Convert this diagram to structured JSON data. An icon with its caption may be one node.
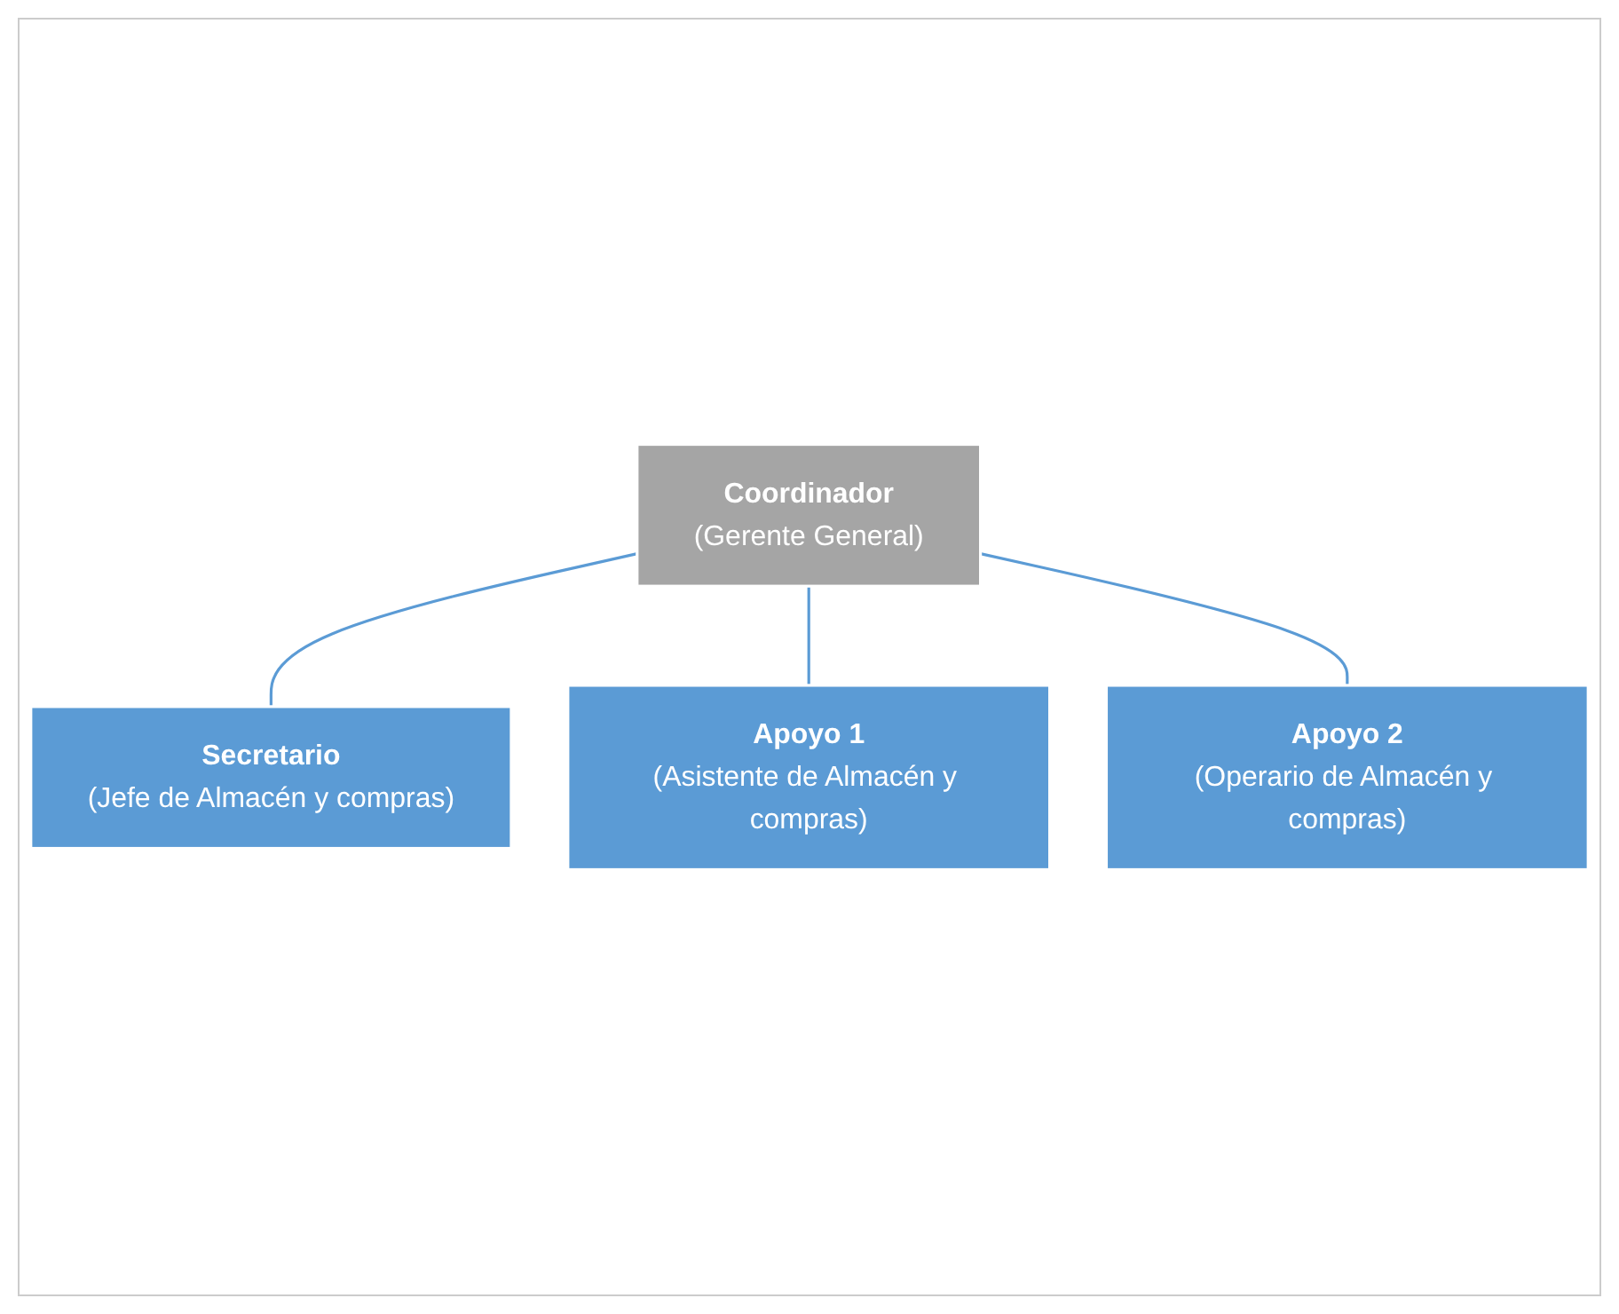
{
  "diagram": {
    "nodes": [
      {
        "text": [
          "Coordinador",
          "(Gerente General)"
        ]
      },
      {
        "text": [
          "Secretario",
          "(Jefe de Almacén y compras)"
        ]
      },
      {
        "text": [
          "Apoyo 1",
          "(Asistente de Almacén y compras)"
        ]
      },
      {
        "text": [
          "Apoyo 2",
          "(Operario de Almacén y compras)"
        ]
      }
    ],
    "edges": [
      {
        "from": 0,
        "to": 1,
        "arrow": "none"
      },
      {
        "from": 0,
        "to": 2,
        "arrow": "none"
      },
      {
        "from": 0,
        "to": 3,
        "arrow": "none"
      }
    ]
  }
}
